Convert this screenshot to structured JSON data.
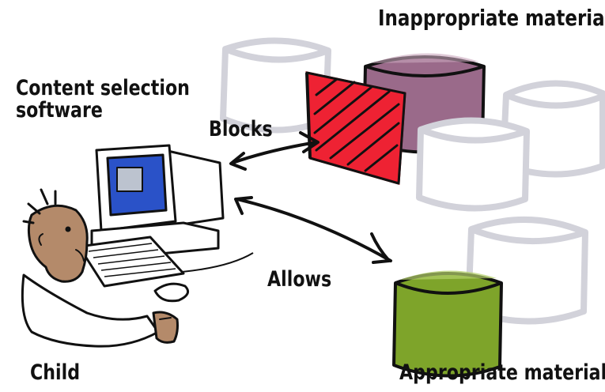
{
  "labels": {
    "inappropriate": "Inappropriate material",
    "content_selection_line1": "Content selection",
    "content_selection_line2": "software",
    "blocks": "Blocks",
    "allows": "Allows",
    "child": "Child",
    "appropriate": "Appropriate material"
  },
  "colors": {
    "inappropriate_fill": "#9a6a8a",
    "appropriate_fill": "#7ea42a",
    "filter_red": "#ee2233",
    "screen_blue": "#2a52c8",
    "database_outline": "#d2d2da",
    "face": "#b48a6a"
  },
  "icons": {
    "computer": "desktop-computer-icon",
    "filter": "blocking-filter-icon",
    "database": "database-cylinder-icon",
    "person": "child-figure-icon"
  }
}
